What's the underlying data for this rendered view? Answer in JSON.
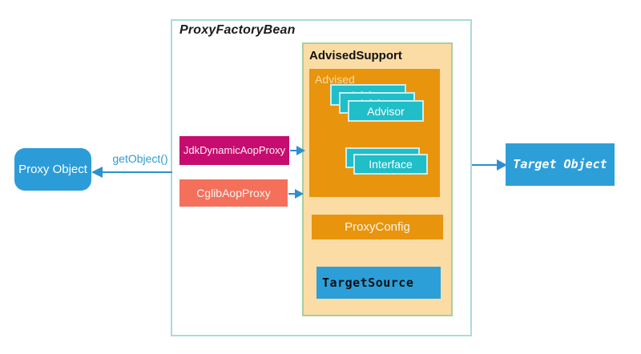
{
  "diagram": {
    "proxy_factory_bean": {
      "title": "ProxyFactoryBean"
    },
    "advised_support": {
      "title": "AdvisedSupport"
    },
    "advised": {
      "label": "Advised"
    },
    "advisor_stack": {
      "label": "Advisor",
      "count": 3
    },
    "interface_stack": {
      "label": "Interface",
      "count": 2
    },
    "jdk_dynamic_aop_proxy": {
      "label": "JdkDynamicAopProxy"
    },
    "cglib_aop_proxy": {
      "label": "CglibAopProxy"
    },
    "proxy_config": {
      "label": "ProxyConfig"
    },
    "target_source": {
      "label": "TargetSource"
    },
    "proxy_object": {
      "label": "Proxy Object"
    },
    "target_object": {
      "label": "Target Object"
    },
    "get_object_arrow": {
      "label": "getObject()"
    }
  },
  "colors": {
    "box_blue": "#2d9fd8",
    "arrow_blue": "#2e8fd0",
    "outer_border_teal": "#a9dcd8",
    "advised_support_bg": "#fbdca5",
    "advised_support_border": "#a5d0a0",
    "orange": "#e8940d",
    "teal": "#1fbec8",
    "magenta": "#c60d6f",
    "salmon": "#f4705b"
  }
}
